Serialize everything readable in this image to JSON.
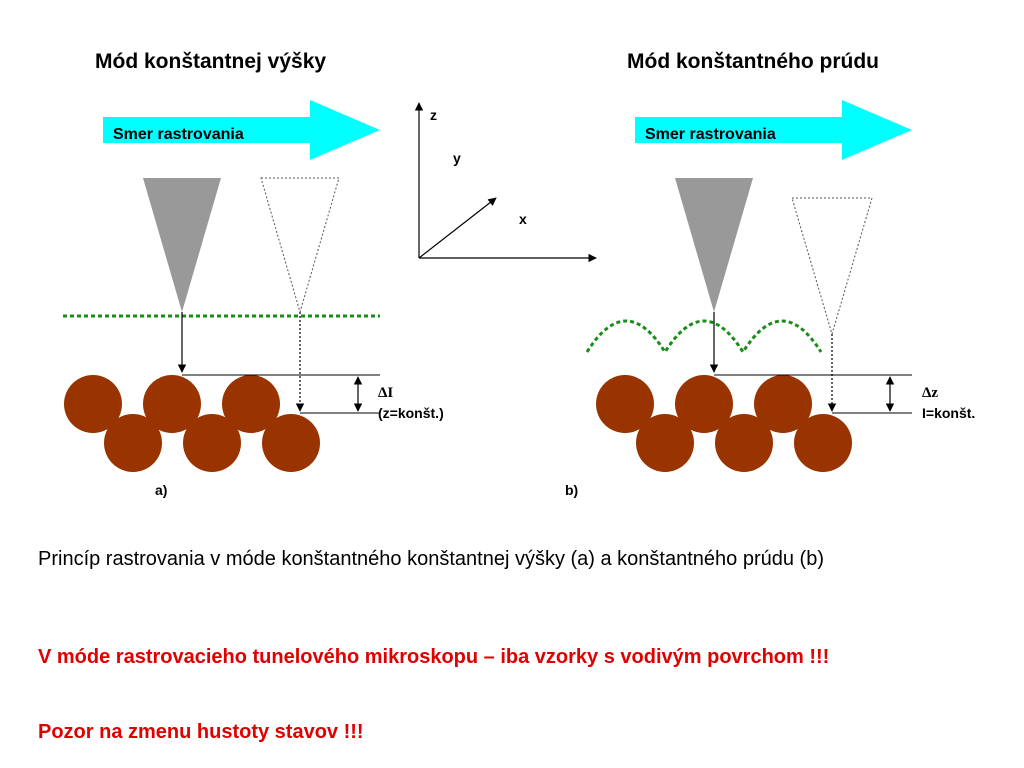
{
  "titles": {
    "left": "Mód konštantnej výšky",
    "right": "Mód konštantného prúdu"
  },
  "panel_a": {
    "arrow_label": "Smer rastrovania",
    "delta_label": "ΔI",
    "condition_label": "(z=konšt.)",
    "panel_label": "a)"
  },
  "panel_b": {
    "arrow_label": "Smer rastrovania",
    "delta_label": "Δz",
    "condition_label": "I=konšt.",
    "panel_label": "b)"
  },
  "axes": {
    "z": "z",
    "y": "y",
    "x": "x"
  },
  "text": {
    "caption": "Princíp rastrovania v móde konštantného konštantnej výšky (a) a konštantného prúdu (b)",
    "warning1": "V móde rastrovacieho tunelového mikroskopu – iba vzorky s vodivým povrchom !!!",
    "warning2": "Pozor na zmenu hustoty stavov !!!"
  },
  "colors": {
    "arrow": "#00ffff",
    "atom": "#993300",
    "tip": "#999999",
    "dotted_path": "#1a8c1a",
    "warning": "#e00000"
  }
}
